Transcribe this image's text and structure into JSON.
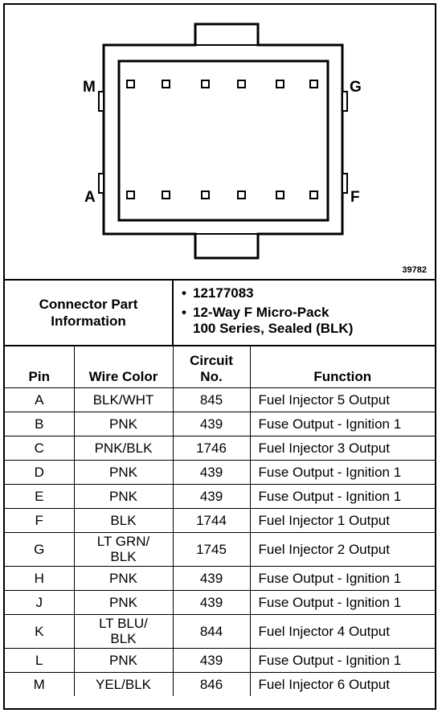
{
  "diagram": {
    "pin_labels": {
      "top_left": "M",
      "top_right": "G",
      "bottom_left": "A",
      "bottom_right": "F"
    },
    "figure_number": "39782"
  },
  "connector_info": {
    "title_line1": "Connector Part",
    "title_line2": "Information",
    "items": [
      {
        "bullet": "•",
        "line1": "12177083",
        "line2": ""
      },
      {
        "bullet": "•",
        "line1": "12-Way F Micro-Pack",
        "line2": "100 Series, Sealed (BLK)"
      }
    ]
  },
  "table": {
    "headers": {
      "pin": "Pin",
      "wire_color": "Wire Color",
      "circuit_line1": "Circuit",
      "circuit_line2": "No.",
      "function": "Function"
    },
    "rows": [
      {
        "pin": "A",
        "color1": "BLK/WHT",
        "color2": "",
        "circuit": "845",
        "function": "Fuel Injector 5 Output"
      },
      {
        "pin": "B",
        "color1": "PNK",
        "color2": "",
        "circuit": "439",
        "function": "Fuse Output - Ignition 1"
      },
      {
        "pin": "C",
        "color1": "PNK/BLK",
        "color2": "",
        "circuit": "1746",
        "function": "Fuel Injector 3 Output"
      },
      {
        "pin": "D",
        "color1": "PNK",
        "color2": "",
        "circuit": "439",
        "function": "Fuse Output - Ignition 1"
      },
      {
        "pin": "E",
        "color1": "PNK",
        "color2": "",
        "circuit": "439",
        "function": "Fuse Output - Ignition 1"
      },
      {
        "pin": "F",
        "color1": "BLK",
        "color2": "",
        "circuit": "1744",
        "function": "Fuel Injector 1 Output"
      },
      {
        "pin": "G",
        "color1": "LT GRN/",
        "color2": "BLK",
        "circuit": "1745",
        "function": "Fuel Injector 2 Output"
      },
      {
        "pin": "H",
        "color1": "PNK",
        "color2": "",
        "circuit": "439",
        "function": "Fuse Output - Ignition 1"
      },
      {
        "pin": "J",
        "color1": "PNK",
        "color2": "",
        "circuit": "439",
        "function": "Fuse Output - Ignition 1"
      },
      {
        "pin": "K",
        "color1": "LT BLU/",
        "color2": "BLK",
        "circuit": "844",
        "function": "Fuel Injector 4 Output"
      },
      {
        "pin": "L",
        "color1": "PNK",
        "color2": "",
        "circuit": "439",
        "function": "Fuse Output - Ignition 1"
      },
      {
        "pin": "M",
        "color1": "YEL/BLK",
        "color2": "",
        "circuit": "846",
        "function": "Fuel Injector 6 Output"
      }
    ]
  }
}
